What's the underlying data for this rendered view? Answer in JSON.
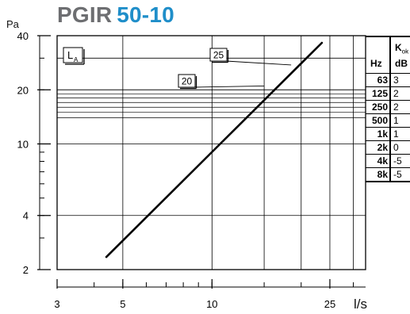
{
  "header": {
    "model": "PGIR",
    "size": "50-10",
    "pressure_unit": "Pa",
    "flow_unit": "l/s"
  },
  "colors": {
    "title_gray": "#6d6e71",
    "title_blue": "#1f8ec9",
    "line": "#000000"
  },
  "chart_data": {
    "type": "line",
    "title": "PGIR 50-10",
    "xlabel": "l/s",
    "ylabel": "Pa",
    "x_scale": "log",
    "y_scale": "log",
    "xlim": [
      3,
      33
    ],
    "ylim": [
      2,
      40
    ],
    "x_ticks": [
      {
        "value": 3,
        "label": "3"
      },
      {
        "value": 5,
        "label": "5"
      },
      {
        "value": 10,
        "label": "10"
      },
      {
        "value": 25,
        "label": "25"
      }
    ],
    "x_grid": [
      5,
      10,
      15,
      20,
      25,
      30
    ],
    "x_minor_ticks": [
      3,
      4,
      5,
      6,
      7,
      8,
      9,
      10,
      15,
      20,
      25,
      30
    ],
    "y_ticks": [
      {
        "value": 2,
        "label": "2"
      },
      {
        "value": 4,
        "label": "4"
      },
      {
        "value": 10,
        "label": "10"
      },
      {
        "value": 20,
        "label": "20"
      },
      {
        "value": 40,
        "label": "40"
      }
    ],
    "y_grid": [
      4,
      10,
      20,
      30
    ],
    "y_minor_ticks": [
      2,
      3,
      4,
      5,
      6,
      7,
      8,
      9,
      10,
      20,
      30,
      40
    ],
    "sound_level_lines": {
      "label": "L",
      "label_sub": "A",
      "y_values": [
        20,
        19,
        18,
        17,
        16,
        15,
        14
      ],
      "annotations": [
        {
          "text": "25",
          "x": 18.5,
          "y": 27.5
        },
        {
          "text": "20",
          "x": 15,
          "y": 21
        }
      ]
    },
    "series": [
      {
        "points": [
          [
            4.4,
            2.35
          ],
          [
            23.5,
            36.5
          ]
        ]
      }
    ],
    "grid": true
  },
  "correction_table": {
    "header_k": "K",
    "header_k_sub": "ok",
    "header_hz": "Hz",
    "header_db": "dB",
    "rows": [
      {
        "hz": "63",
        "db": "3"
      },
      {
        "hz": "125",
        "db": "2"
      },
      {
        "hz": "250",
        "db": "2"
      },
      {
        "hz": "500",
        "db": "1"
      },
      {
        "hz": "1k",
        "db": "1"
      },
      {
        "hz": "2k",
        "db": "0"
      },
      {
        "hz": "4k",
        "db": "-5"
      },
      {
        "hz": "8k",
        "db": "-5"
      }
    ]
  }
}
